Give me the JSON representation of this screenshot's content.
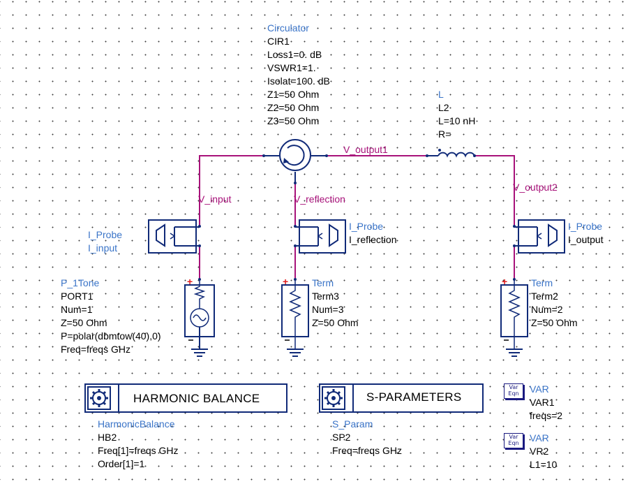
{
  "circulator": {
    "lines": [
      "Circulator",
      "CIR1",
      "Loss1=0. dB",
      "VSWR1=1.",
      "Isolat=100. dB",
      "Z1=50 Ohm",
      "Z2=50 Ohm",
      "Z3=50 Ohm"
    ]
  },
  "inductor": {
    "lines": [
      "L",
      "L2",
      "L=10 nH",
      "R="
    ]
  },
  "nets": {
    "output1": "V_output1",
    "input": "V_input",
    "reflection": "V_reflection",
    "output2": "V_output2"
  },
  "probe_input": {
    "lines": [
      "I_Probe",
      "I_input"
    ]
  },
  "probe_reflection": {
    "lines": [
      "I_Probe",
      "I_reflection"
    ]
  },
  "probe_output": {
    "lines": [
      "I_Probe",
      "I_output"
    ]
  },
  "port1": {
    "lines": [
      "P_1Tone",
      "PORT1",
      "Num=1",
      "Z=50 Ohm",
      "P=polar(dbmtow(40),0)",
      "Freq=freqs GHz"
    ]
  },
  "term3": {
    "lines": [
      "Term",
      "Term3",
      "Num=3",
      "Z=50 Ohm"
    ]
  },
  "term2": {
    "lines": [
      "Term",
      "Term2",
      "Num=2",
      "Z=50 Ohm"
    ]
  },
  "hb": {
    "title": "HARMONIC BALANCE",
    "lines": [
      "HarmonicBalance",
      "HB2",
      "Freq[1]=freqs GHz",
      "Order[1]=1"
    ]
  },
  "sp": {
    "title": "S-PARAMETERS",
    "lines": [
      "S_Param",
      "SP2",
      "Freq=freqs GHz"
    ]
  },
  "var1": {
    "icon_top": "Var",
    "icon_bottom": "Eqn",
    "lines": [
      "VAR",
      "VAR1",
      "freqs=2"
    ]
  },
  "var2": {
    "icon_top": "Var",
    "icon_bottom": "Eqn",
    "lines": [
      "VAR",
      "VR2",
      "L1=10"
    ]
  },
  "colors": {
    "wire": "#a8127a",
    "component": "#102a78",
    "label_blue": "#3a74c8",
    "pin_red": "#e02020"
  }
}
